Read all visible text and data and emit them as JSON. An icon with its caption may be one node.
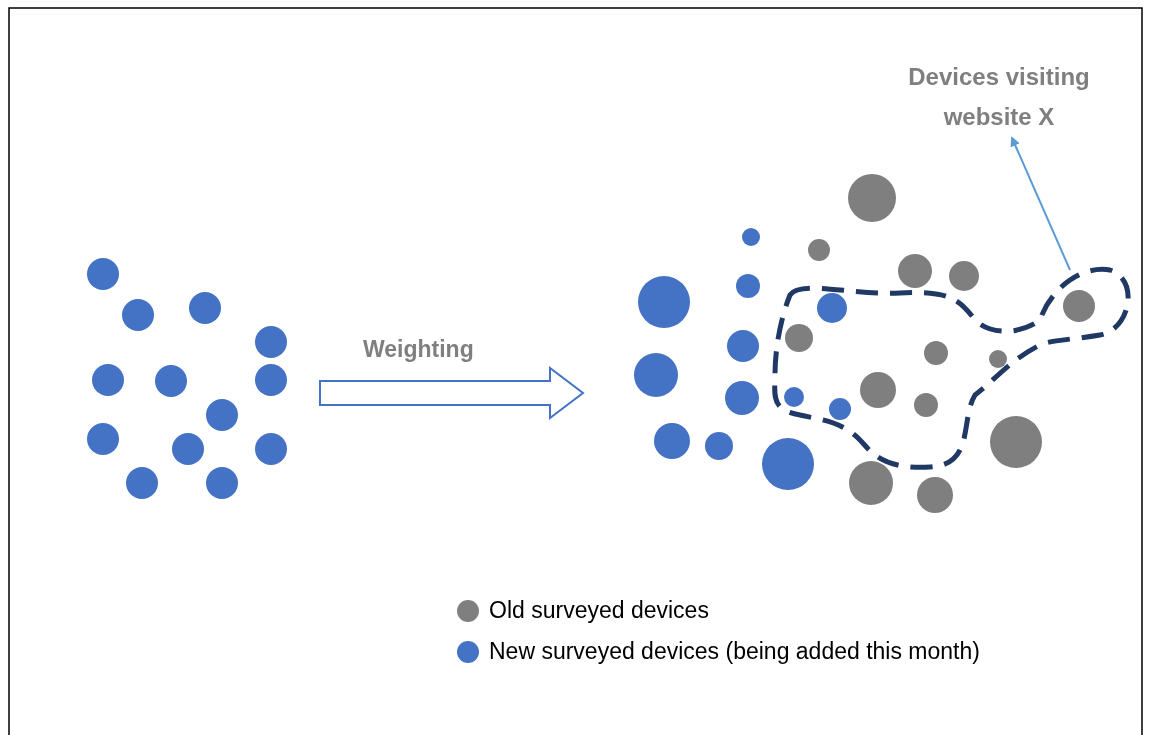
{
  "diagram": {
    "nodes": [
      {
        "text": [
          "Devices visiting website X"
        ]
      },
      {
        "text": [],
        "shape": "blob"
      }
    ],
    "edges": [
      {
        "from": 1,
        "to": 0,
        "arrow": "to",
        "color": "#5b9bd5"
      }
    ],
    "labels": [
      "Weighting"
    ],
    "legend": [
      {
        "text": "Old surveyed devices",
        "color": "#7f7f7f"
      },
      {
        "text": "New surveyed devices (being added this month)",
        "color": "#4472c4"
      }
    ]
  }
}
